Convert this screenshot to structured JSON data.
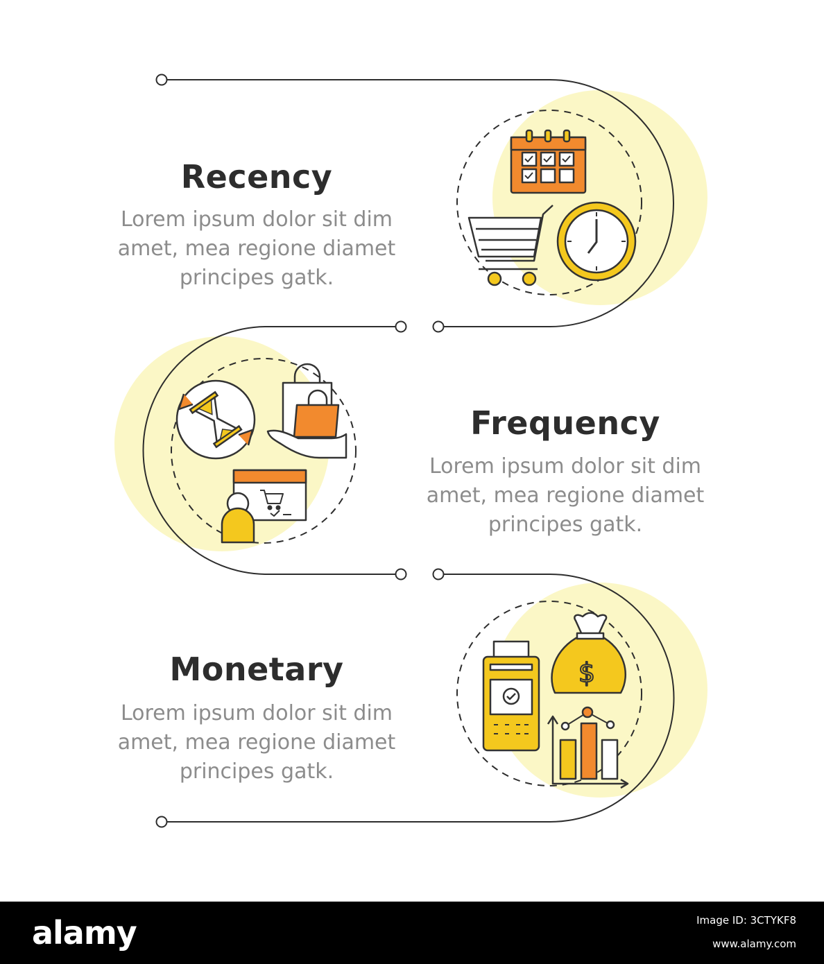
{
  "steps": [
    {
      "title": "Recency",
      "description": "Lorem ipsum dolor sit dim\namet, mea regione diamet\nprincipes gatk."
    },
    {
      "title": "Frequency",
      "description": "Lorem ipsum dolor sit dim\namet, mea regione diamet\nprincipes gatk."
    },
    {
      "title": "Monetary",
      "description": "Lorem ipsum dolor sit dim\namet, mea regione diamet\nprincipes gatk."
    }
  ],
  "footer": {
    "brand": "alamy",
    "image_id": "Image ID: 3CTYKF8",
    "site": "www.alamy.com"
  },
  "colors": {
    "line": "#2d2d2d",
    "circle_fill": "#fbf7c6",
    "yellow": "#f4c81e",
    "orange": "#f28a2e",
    "outline": "#333333"
  },
  "icons": {
    "recency": [
      "calendar-icon",
      "shopping-cart-icon",
      "clock-icon"
    ],
    "frequency": [
      "hourglass-cycle-icon",
      "shopping-bag-hand-icon",
      "online-shop-user-icon"
    ],
    "monetary": [
      "payment-terminal-icon",
      "money-bag-icon",
      "bar-chart-icon"
    ]
  }
}
